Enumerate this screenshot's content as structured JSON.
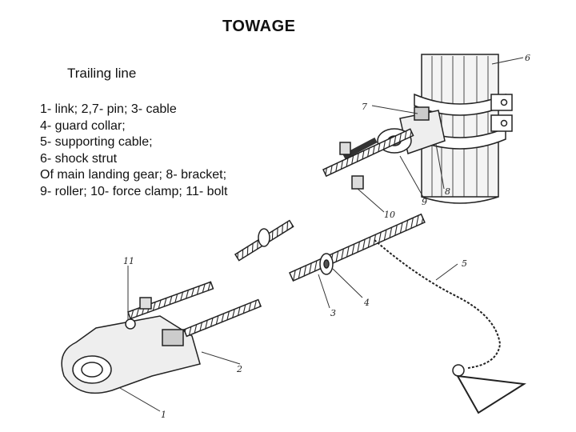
{
  "title": "TOWAGE",
  "subtitle": "Trailing line",
  "legend": [
    "1- link; 2,7- pin; 3- cable",
    "4- guard collar;",
    "5- supporting cable;",
    "6- shock strut",
    "Of main landing gear; 8- bracket;",
    "9- roller; 10- force clamp; 11- bolt"
  ],
  "callouts": [
    "1",
    "2",
    "3",
    "4",
    "5",
    "6",
    "7",
    "8",
    "9",
    "10",
    "11"
  ],
  "colors": {
    "ink": "#111111",
    "background": "#ffffff"
  }
}
